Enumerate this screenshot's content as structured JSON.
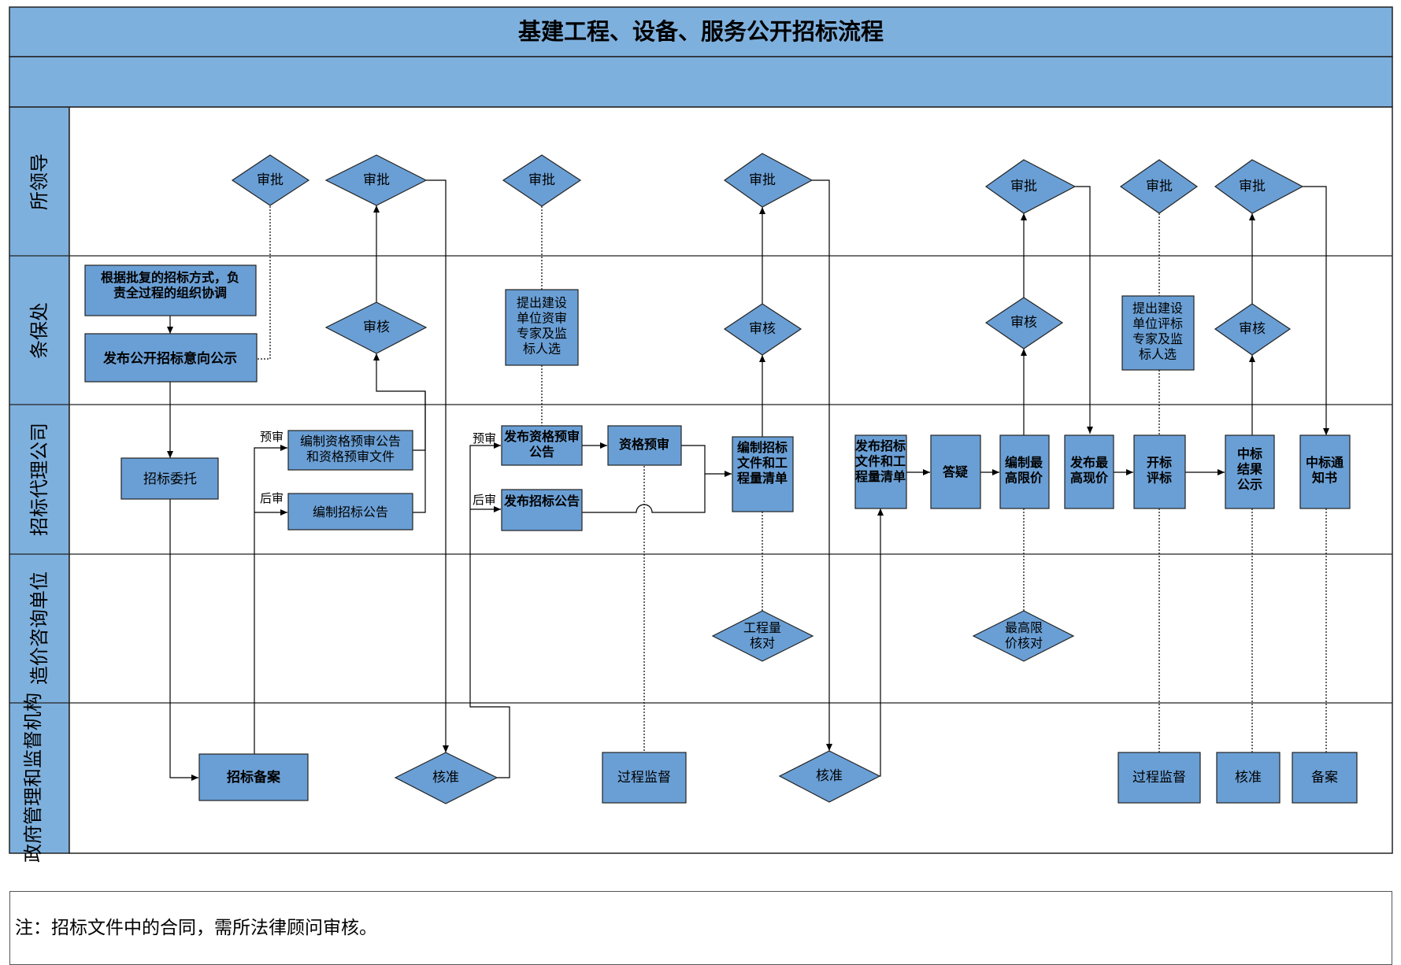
{
  "title": "基建工程、设备、服务公开招标流程",
  "note": "注：招标文件中的合同，需所法律顾问审核。",
  "lanes": [
    {
      "id": "leader",
      "label": "所领导"
    },
    {
      "id": "security",
      "label": "条保处"
    },
    {
      "id": "agency",
      "label": "招标代理公司"
    },
    {
      "id": "cost",
      "label": "造价咨询单位"
    },
    {
      "id": "gov",
      "label": "政府管理和监督机构"
    }
  ],
  "nodes": {
    "d_ap1": "审批",
    "d_ap2": "审批",
    "d_ap3": "审批",
    "d_ap4": "审批",
    "d_ap5": "审批",
    "d_ap6": "审批",
    "d_ap7": "审批",
    "r_organize": "根据批复的招标方式，负责全过程的组织协调",
    "r_intent": "发布公开招标意向公示",
    "d_rv1": "审核",
    "r_experts1": "提出建设单位资审专家及监标人选",
    "d_rv2": "审核",
    "d_rv3": "审核",
    "r_experts2": "提出建设单位评标专家及监标人选",
    "d_rv4": "审核",
    "r_entrust": "招标委托",
    "r_prep_pre": "编制资格预审公告和资格预审文件",
    "r_prep_ann": "编制招标公告",
    "r_pub_pre": "发布资格预审公告",
    "r_pub_ann": "发布招标公告",
    "r_prequal": "资格预审",
    "r_prep_docs": "编制招标文件和工程量清单",
    "r_pub_docs": "发布招标文件和工程量清单",
    "r_qa": "答疑",
    "r_max_price": "编制最高限价",
    "r_pub_max": "发布最高现价",
    "r_open": "开标评标",
    "r_result": "中标结果公示",
    "r_notice": "中标通知书",
    "d_qty": "工程量核对",
    "d_maxchk": "最高限价核对",
    "r_filing": "招标备案",
    "d_approve1": "核准",
    "r_supervise1": "过程监督",
    "d_approve2": "核准",
    "r_supervise2": "过程监督",
    "r_approve3": "核准",
    "r_record": "备案"
  },
  "edge_labels": {
    "pre_a": "预审",
    "post_a": "后审",
    "pre_b": "预审",
    "post_b": "后审"
  },
  "colors": {
    "header_fill": "#7eb0de",
    "node_fill": "#6a9fd5",
    "border": "#222222"
  }
}
